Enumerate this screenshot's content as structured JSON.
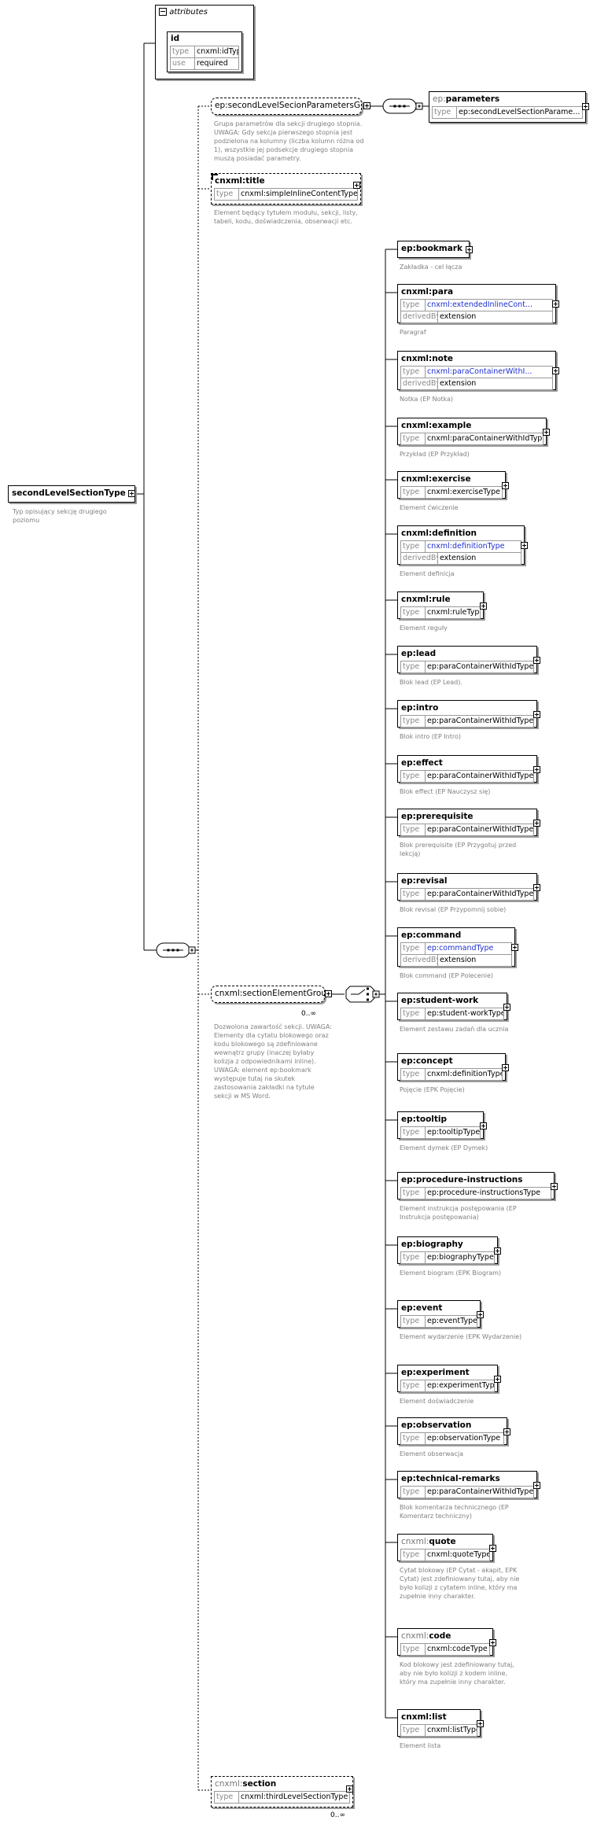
{
  "root": {
    "name": "secondLevelSectionType",
    "desc": "Typ opisujący sekcję drugiego poziomu"
  },
  "attributes": {
    "title": "attributes",
    "attr": {
      "name": "id",
      "rows": [
        {
          "k": "type",
          "v": "cnxml:idType"
        },
        {
          "k": "use",
          "v": "required"
        }
      ]
    }
  },
  "paramsGroup": {
    "label": "ep:secondLevelSecionParametersGr...",
    "desc": "Grupa parametrów dla sekcji drugiego stopnia. UWAGA: Gdy sekcja pierwszego stopnia jest podzielona na kolumny (liczba kolumn różna od 1), wszystkie jej podsekcje drugiego stopnia muszą posiadać parametry."
  },
  "parameters": {
    "pfx": "ep:",
    "name": "parameters",
    "rows": [
      {
        "k": "type",
        "v": "ep:secondLevelSectionParame..."
      }
    ]
  },
  "title": {
    "name": "cnxml:title",
    "rows": [
      {
        "k": "type",
        "v": "cnxml:simpleInlineContentType"
      }
    ],
    "desc": "Element będący tytułem modułu, sekcji, listy, tabeli, kodu, doświadczenia, obserwacji etc."
  },
  "group": {
    "label": "cnxml:sectionElementGroup",
    "occ": "0..∞",
    "desc": "Dozwolona zawartość sekcji. UWAGA: Elementy dla cytatu blokowego oraz kodu blokowego są zdefiniowane wewnątrz grupy (inaczej byłaby kolizja z odpowiednikami inline). UWAGA: element ep:bookmark występuje tutaj na skutek zastosowania zakładki na tytule sekcji w MS Word."
  },
  "elements": [
    {
      "name": "ep:bookmark",
      "desc": "Zakładka - cel łącza"
    },
    {
      "name": "cnxml:para",
      "rows": [
        {
          "k": "type",
          "v": "cnxml:extendedInlineCont...",
          "blue": true
        },
        {
          "k": "derivedBy",
          "v": "extension"
        }
      ],
      "desc": "Paragraf"
    },
    {
      "name": "cnxml:note",
      "rows": [
        {
          "k": "type",
          "v": "cnxml:paraContainerWithI...",
          "blue": true
        },
        {
          "k": "derivedBy",
          "v": "extension"
        }
      ],
      "desc": "Notka (EP Notka)"
    },
    {
      "name": "cnxml:example",
      "rows": [
        {
          "k": "type",
          "v": "cnxml:paraContainerWithIdType"
        }
      ],
      "desc": "Przykład (EP Przykład)"
    },
    {
      "name": "cnxml:exercise",
      "rows": [
        {
          "k": "type",
          "v": "cnxml:exerciseType"
        }
      ],
      "desc": "Element ćwiczenie"
    },
    {
      "name": "cnxml:definition",
      "rows": [
        {
          "k": "type",
          "v": "cnxml:definitionType",
          "blue": true
        },
        {
          "k": "derivedBy",
          "v": "extension"
        }
      ],
      "desc": "Element definicja"
    },
    {
      "name": "cnxml:rule",
      "rows": [
        {
          "k": "type",
          "v": "cnxml:ruleType"
        }
      ],
      "desc": "Element reguły"
    },
    {
      "name": "ep:lead",
      "rows": [
        {
          "k": "type",
          "v": "ep:paraContainerWithIdType"
        }
      ],
      "desc": "Blok lead (EP Lead)."
    },
    {
      "name": "ep:intro",
      "rows": [
        {
          "k": "type",
          "v": "ep:paraContainerWithIdType"
        }
      ],
      "desc": "Blok intro (EP Intro)"
    },
    {
      "name": "ep:effect",
      "rows": [
        {
          "k": "type",
          "v": "ep:paraContainerWithIdType"
        }
      ],
      "desc": "Blok effect (EP Nauczysz się)"
    },
    {
      "name": "ep:prerequisite",
      "rows": [
        {
          "k": "type",
          "v": "ep:paraContainerWithIdType"
        }
      ],
      "desc": "Blok prerequisite (EP Przygotuj przed lekcją)"
    },
    {
      "name": "ep:revisal",
      "rows": [
        {
          "k": "type",
          "v": "ep:paraContainerWithIdType"
        }
      ],
      "desc": "Blok revisal (EP Przypomnij sobie)"
    },
    {
      "name": "ep:command",
      "rows": [
        {
          "k": "type",
          "v": "ep:commandType",
          "blue": true
        },
        {
          "k": "derivedBy",
          "v": "extension"
        }
      ],
      "desc": "Blok command (EP Polecenie)"
    },
    {
      "name": "ep:student-work",
      "rows": [
        {
          "k": "type",
          "v": "ep:student-workType"
        }
      ],
      "desc": "Element zestawu zadań dla ucznia"
    },
    {
      "name": "ep:concept",
      "rows": [
        {
          "k": "type",
          "v": "cnxml:definitionType"
        }
      ],
      "desc": "Pojęcie (EPK Pojęcie)"
    },
    {
      "name": "ep:tooltip",
      "rows": [
        {
          "k": "type",
          "v": "ep:tooltipType"
        }
      ],
      "desc": "Element dymek (EP Dymek)"
    },
    {
      "name": "ep:procedure-instructions",
      "rows": [
        {
          "k": "type",
          "v": "ep:procedure-instructionsType"
        }
      ],
      "desc": "Element instrukcja postępowania (EP Instrukcja postępowania)"
    },
    {
      "name": "ep:biography",
      "rows": [
        {
          "k": "type",
          "v": "ep:biographyType"
        }
      ],
      "desc": "Element biogram (EPK Biogram)"
    },
    {
      "name": "ep:event",
      "rows": [
        {
          "k": "type",
          "v": "ep:eventType"
        }
      ],
      "desc": "Element wydarzenie (EPK Wydarzenie)"
    },
    {
      "name": "ep:experiment",
      "rows": [
        {
          "k": "type",
          "v": "ep:experimentType"
        }
      ],
      "desc": "Element doświadczenie"
    },
    {
      "name": "ep:observation",
      "rows": [
        {
          "k": "type",
          "v": "ep:observationType"
        }
      ],
      "desc": "Element obserwacja"
    },
    {
      "name": "ep:technical-remarks",
      "rows": [
        {
          "k": "type",
          "v": "ep:paraContainerWithIdType"
        }
      ],
      "desc": "Blok komentarza technicznego (EP Komentarz techniczny)"
    },
    {
      "pfx": "cnxml:",
      "name": "quote",
      "rows": [
        {
          "k": "type",
          "v": "cnxml:quoteType"
        }
      ],
      "desc": "Cytat blokowy (EP Cytat - akapit, EPK Cytat) jest zdefiniowany tutaj, aby nie było kolizji z cytatem inline, który ma zupełnie inny charakter."
    },
    {
      "pfx": "cnxml:",
      "name": "code",
      "rows": [
        {
          "k": "type",
          "v": "cnxml:codeType"
        }
      ],
      "desc": "Kod blokowy jest zdefiniowany tutaj, aby nie było kolizji z kodem inline, który ma zupełnie inny charakter."
    },
    {
      "name": "cnxml:list",
      "rows": [
        {
          "k": "type",
          "v": "cnxml:listType"
        }
      ],
      "desc": "Element lista"
    }
  ],
  "section": {
    "pfx": "cnxml:",
    "name": "section",
    "rows": [
      {
        "k": "type",
        "v": "cnxml:thirdLevelSectionType"
      }
    ],
    "occ": "0..∞"
  }
}
